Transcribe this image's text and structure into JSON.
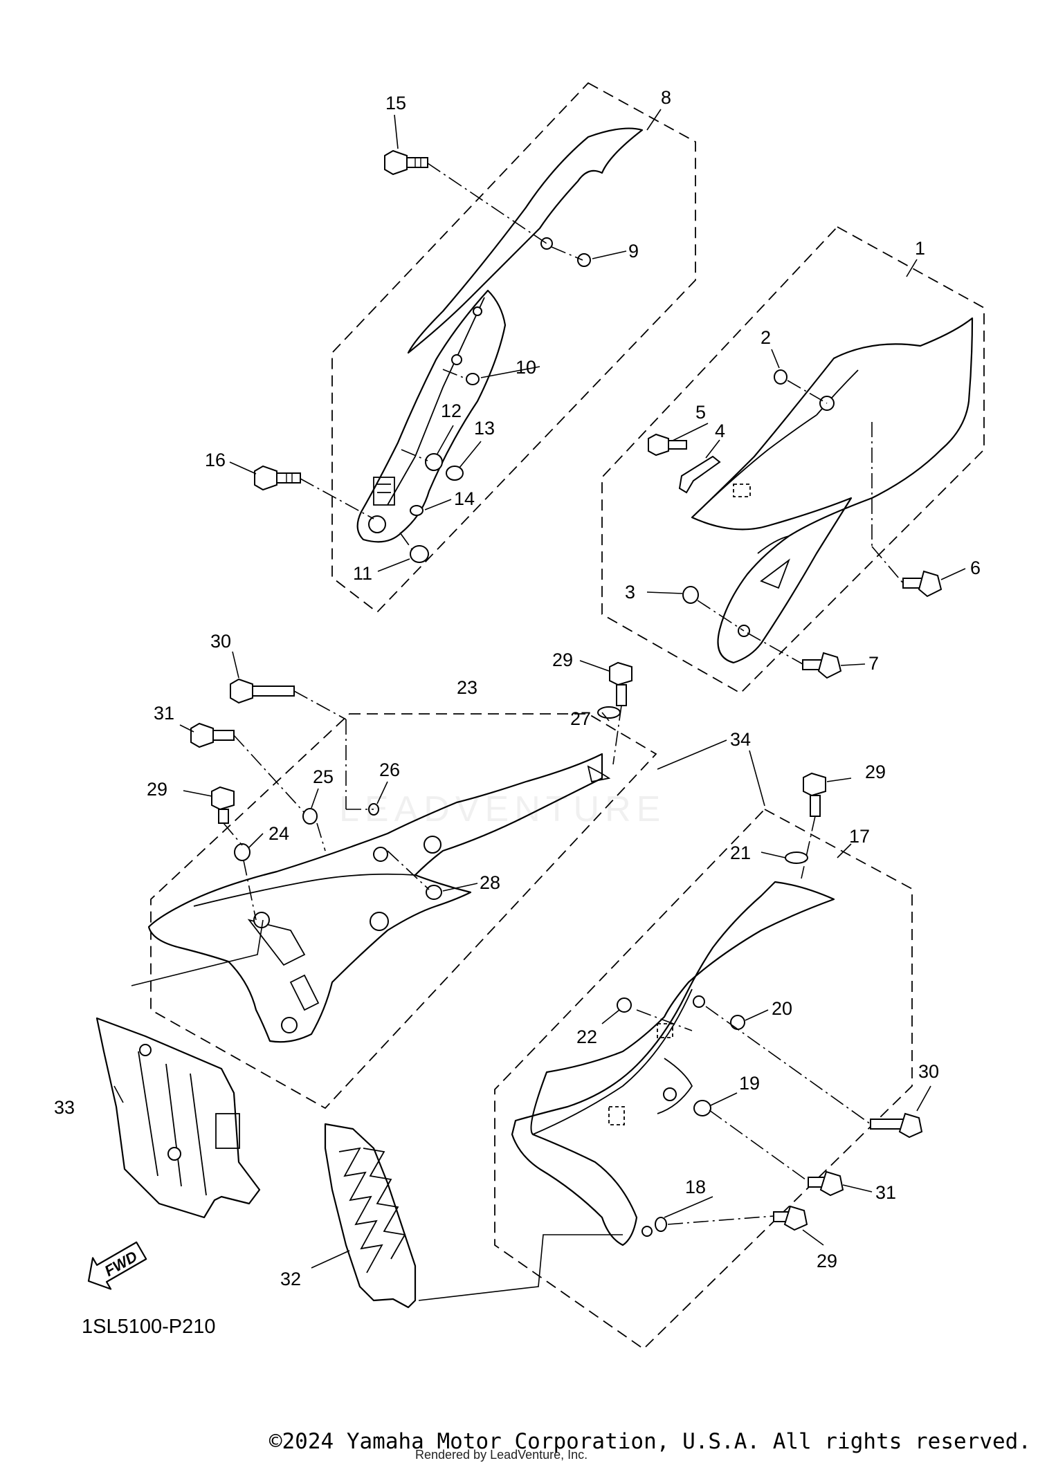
{
  "diagram": {
    "code": "1SL5100-P210",
    "copyright": "©2024 Yamaha Motor Corporation, U.S.A. All rights reserved.",
    "rendered_by": "Rendered by LeadVenture, Inc.",
    "watermark": "LEADVENTURE",
    "fwd_label": "FWD",
    "callouts": {
      "c1": "1",
      "c2": "2",
      "c3": "3",
      "c4": "4",
      "c5": "5",
      "c6": "6",
      "c7": "7",
      "c8": "8",
      "c9": "9",
      "c10": "10",
      "c11": "11",
      "c12": "12",
      "c13": "13",
      "c14": "14",
      "c15": "15",
      "c16": "16",
      "c17": "17",
      "c18": "18",
      "c19": "19",
      "c20": "20",
      "c21": "21",
      "c22": "22",
      "c23": "23",
      "c24": "24",
      "c25": "25",
      "c26": "26",
      "c27": "27",
      "c28": "28",
      "c29a": "29",
      "c29b": "29",
      "c29c": "29",
      "c29d": "29",
      "c30a": "30",
      "c30b": "30",
      "c31a": "31",
      "c31b": "31",
      "c32": "32",
      "c33": "33",
      "c34": "34"
    }
  }
}
